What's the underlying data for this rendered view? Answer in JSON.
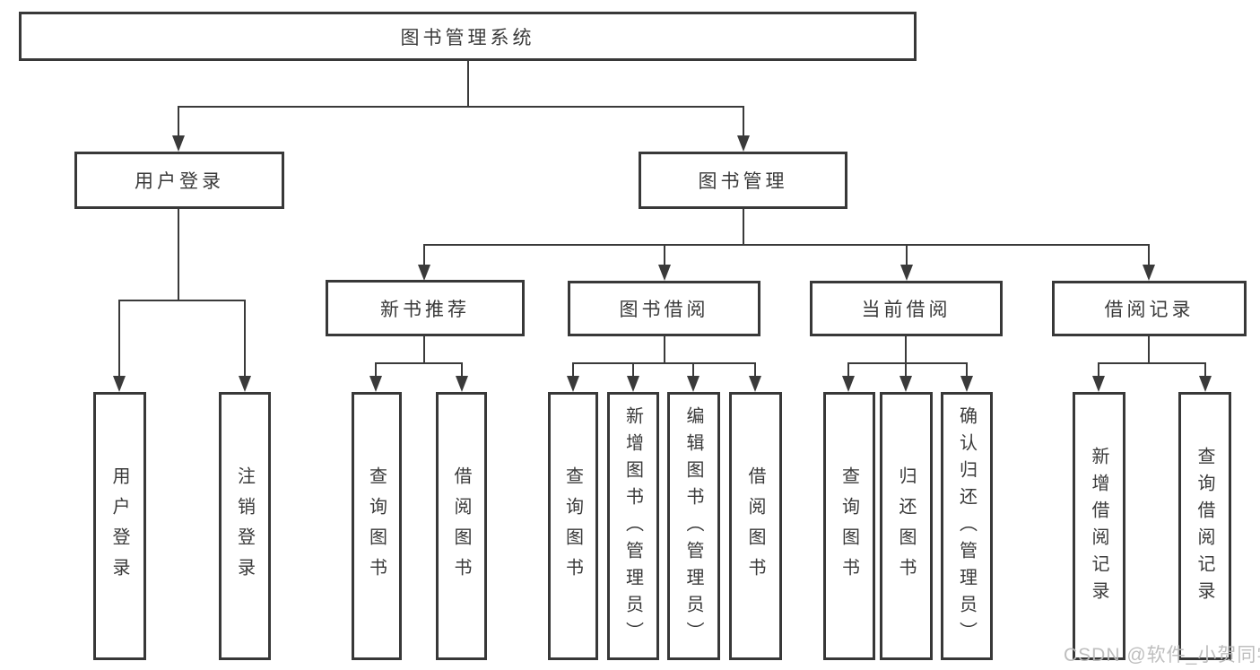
{
  "diagram": {
    "root": {
      "label": "图书管理系统"
    },
    "branches": [
      {
        "label": "用户登录"
      },
      {
        "label": "图书管理"
      }
    ],
    "modules": [
      {
        "label": "新书推荐"
      },
      {
        "label": "图书借阅"
      },
      {
        "label": "当前借阅"
      },
      {
        "label": "借阅记录"
      }
    ],
    "leaves": [
      {
        "label": "用户登录"
      },
      {
        "label": "注销登录"
      },
      {
        "label": "查询图书"
      },
      {
        "label": "借阅图书"
      },
      {
        "label": "查询图书"
      },
      {
        "label": "新增图书（管理员）"
      },
      {
        "label": "编辑图书（管理员）"
      },
      {
        "label": "借阅图书"
      },
      {
        "label": "查询图书"
      },
      {
        "label": "归还图书"
      },
      {
        "label": "确认归还（管理员）"
      },
      {
        "label": "新增借阅记录"
      },
      {
        "label": "查询借阅记录"
      }
    ]
  },
  "watermark": {
    "text": "CSDN @软件_小贺同学"
  },
  "colors": {
    "line": "#3a3a3a",
    "box_border": "#383838",
    "text": "#3a3a3a",
    "watermark": "#bababa",
    "background": "#ffffff"
  }
}
